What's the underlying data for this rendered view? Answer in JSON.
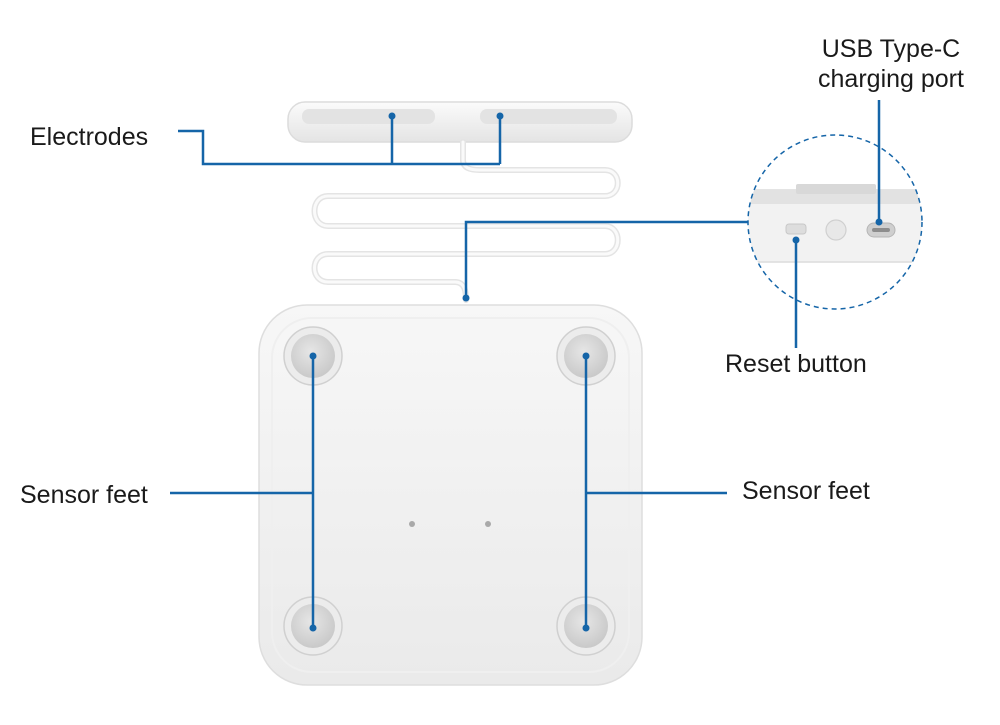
{
  "labels": {
    "electrodes": "Electrodes",
    "usb_line1": "USB Type-C",
    "usb_line2": "charging port",
    "reset": "Reset button",
    "sensor_left": "Sensor feet",
    "sensor_right": "Sensor feet"
  },
  "colors": {
    "callout": "#1565a8",
    "device": "#f3f3f3",
    "device_edge": "#e2e2e2",
    "text": "#1a1a1a"
  }
}
